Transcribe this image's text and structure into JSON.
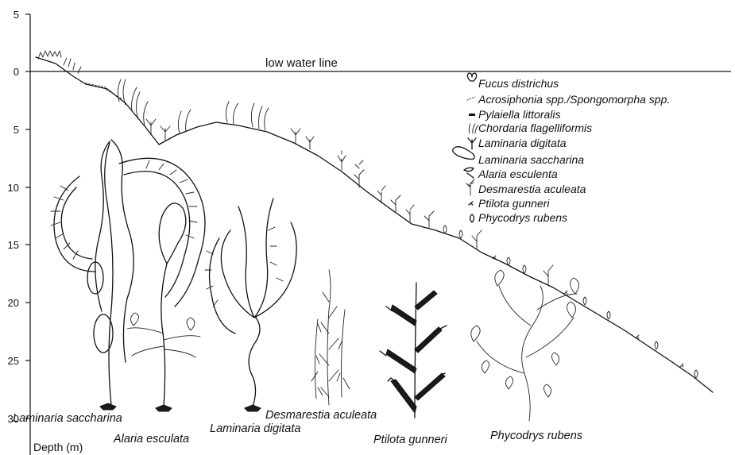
{
  "axis": {
    "title": "Depth (m)",
    "ticks": [
      "5",
      "0",
      "5",
      "10",
      "15",
      "20",
      "25",
      "30"
    ]
  },
  "reference_line": {
    "label": "low water line"
  },
  "legend": [
    {
      "icon": "fucus-distichus-icon",
      "label": "Fucus districhus"
    },
    {
      "icon": "acrosiphonia-icon",
      "label": "Acrosiphonia spp./Spongomorpha spp."
    },
    {
      "icon": "pylaiella-icon",
      "label": "Pylaiella littoralis"
    },
    {
      "icon": "chordaria-icon",
      "label": "Chordaria flagelliformis"
    },
    {
      "icon": "laminaria-digitata-icon",
      "label": "Laminaria digitata"
    },
    {
      "icon": "laminaria-saccharina-icon",
      "label": "Laminaria saccharina"
    },
    {
      "icon": "alaria-esculenta-icon",
      "label": "Alaria esculenta"
    },
    {
      "icon": "desmarestia-icon",
      "label": "Desmarestia aculeata"
    },
    {
      "icon": "ptilota-icon",
      "label": "Ptilota gunneri"
    },
    {
      "icon": "phycodrys-icon",
      "label": "Phycodrys rubens"
    }
  ],
  "species_labels": [
    {
      "label": "Laminaria saccharina"
    },
    {
      "label": "Alaria esculata"
    },
    {
      "label": "Laminaria digitata"
    },
    {
      "label": "Desmarestia aculeata"
    },
    {
      "label": "Ptilota gunneri"
    },
    {
      "label": "Phycodrys rubens"
    }
  ]
}
